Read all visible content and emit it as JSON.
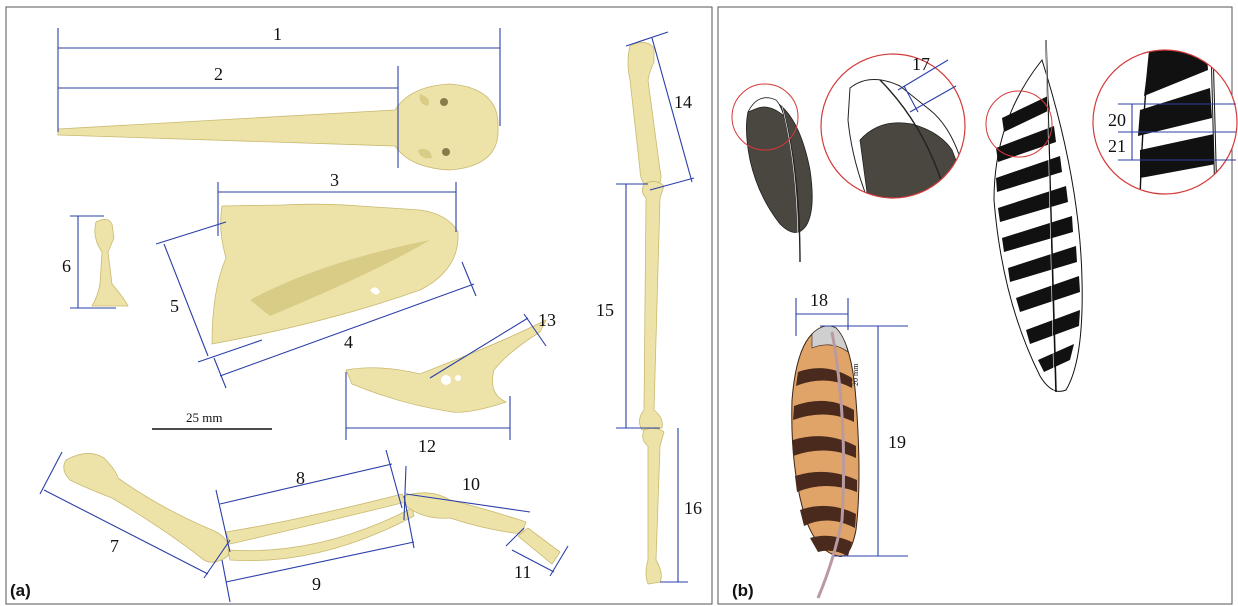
{
  "panels": {
    "a": {
      "label": "(a)"
    },
    "b": {
      "label": "(b)"
    }
  },
  "scale_bars": {
    "bone_scale": "25 mm",
    "feather_scale": "20 mm"
  },
  "measurements": {
    "m1": "1",
    "m2": "2",
    "m3": "3",
    "m4": "4",
    "m5": "5",
    "m6": "6",
    "m7": "7",
    "m8": "8",
    "m9": "9",
    "m10": "10",
    "m11": "11",
    "m12": "12",
    "m13": "13",
    "m14": "14",
    "m15": "15",
    "m16": "16",
    "m17": "17",
    "m18": "18",
    "m19": "19",
    "m20": "20",
    "m21": "21"
  },
  "colors": {
    "measure_line": "#2a3fa8",
    "bone": "#ede3a8",
    "feather_dark": "#4a4640",
    "feather_tan": "#e0a468",
    "feather_brown": "#4a2a1c",
    "highlight_circle": "#d43a3a"
  }
}
